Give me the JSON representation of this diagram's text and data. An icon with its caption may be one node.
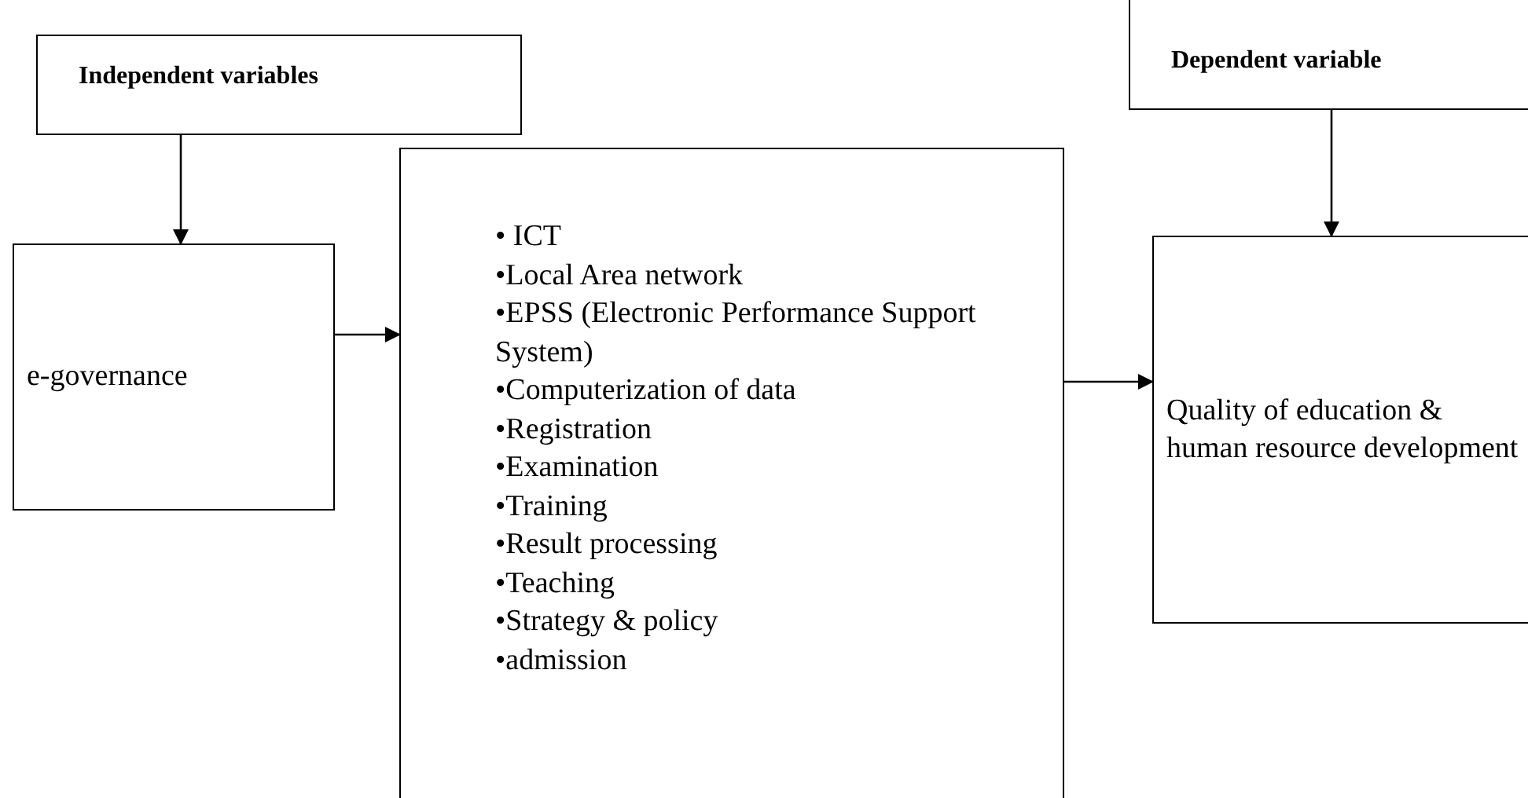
{
  "diagram": {
    "nodes": [
      {
        "text": [
          "Independent variables"
        ]
      },
      {
        "text": [
          "Dependent variable"
        ]
      },
      {
        "text": [
          "e-governance"
        ]
      },
      {
        "text": [
          "• ICT",
          "•Local Area network",
          "•EPSS (Electronic Performance Support System)",
          "•Computerization of data",
          "•Registration",
          "•Examination",
          "•Training",
          "•Result processing",
          "•Teaching",
          "•Strategy & policy",
          "•admission"
        ]
      },
      {
        "text": [
          "Quality of education & human resource development"
        ]
      }
    ],
    "edges": [
      {
        "from": 0,
        "to": 2,
        "arrow": "to"
      },
      {
        "from": 2,
        "to": 3,
        "arrow": "to"
      },
      {
        "from": 3,
        "to": 4,
        "arrow": "to"
      },
      {
        "from": 1,
        "to": 4,
        "arrow": "to"
      }
    ]
  }
}
